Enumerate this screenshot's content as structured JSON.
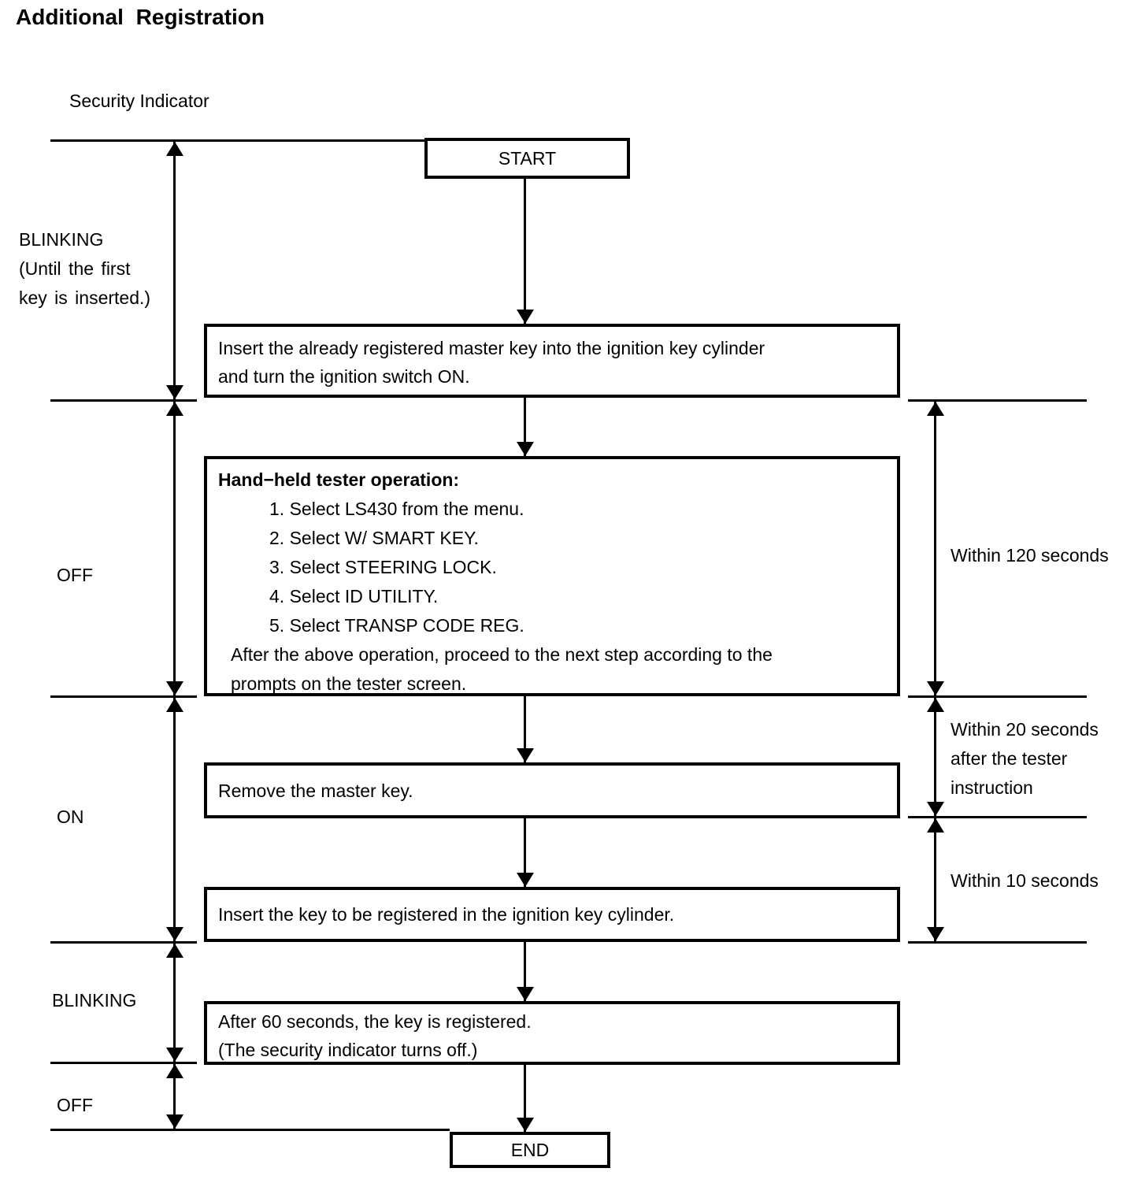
{
  "title": "Additional Registration",
  "diagram": {
    "security_indicator_label": "Security Indicator",
    "left_states": {
      "blinking_top": [
        "BLINKING",
        "(Until the first",
        "key is inserted.)"
      ],
      "off_1": "OFF",
      "on": "ON",
      "blinking_bottom": "BLINKING",
      "off_2": "OFF"
    },
    "right_timings": {
      "within_120": "Within 120 seconds",
      "within_20": [
        "Within 20 seconds",
        "after the tester",
        "instruction"
      ],
      "within_10": "Within 10 seconds"
    },
    "flow": {
      "start_label": "START",
      "insert_master_key": [
        "Insert the already registered master key into the ignition key cylinder",
        "and turn the ignition switch ON."
      ],
      "tester_operation": {
        "heading": "Hand−held tester operation:",
        "steps": [
          "1. Select LS430 from the menu.",
          "2. Select W/ SMART KEY.",
          "3. Select STEERING LOCK.",
          "4. Select ID UTILITY.",
          "5. Select TRANSP CODE REG."
        ],
        "note": [
          "After the above operation, proceed to the next step according to the",
          "prompts on the tester screen."
        ]
      },
      "remove_master_key": "Remove the master key.",
      "insert_new_key": "Insert the key to be registered in the ignition key cylinder.",
      "registered": [
        "After 60 seconds, the key is registered.",
        "(The security indicator turns off.)"
      ],
      "end_label": "END"
    }
  },
  "colors": {
    "ink": "#000000",
    "background": "#ffffff"
  }
}
